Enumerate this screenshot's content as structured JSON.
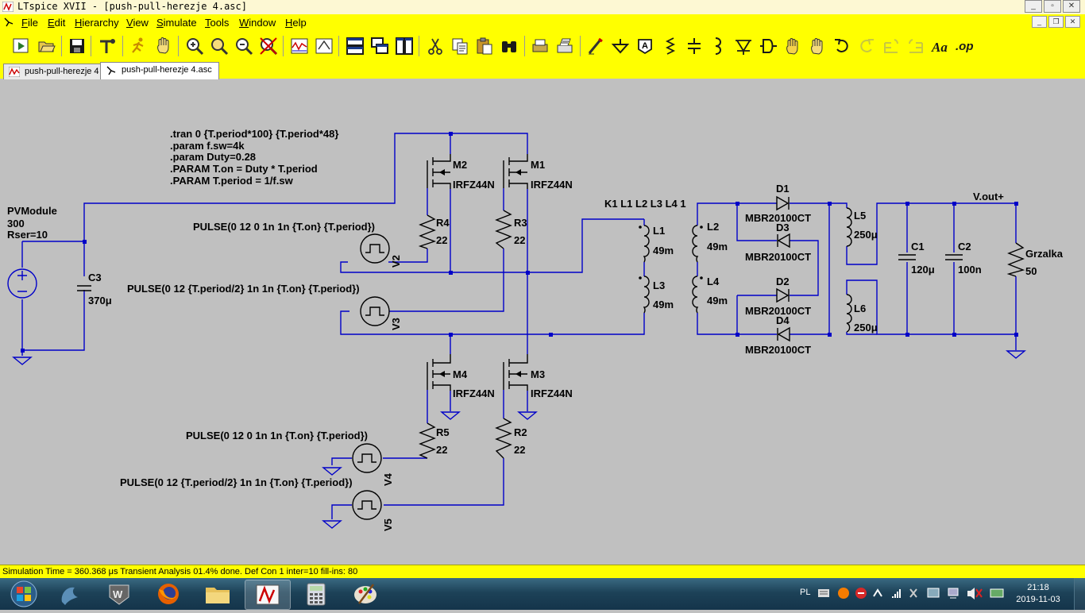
{
  "window": {
    "title": "LTspice XVII - [push-pull-herezje 4.asc]",
    "controls": [
      "minimize",
      "maximize",
      "close"
    ]
  },
  "menu": {
    "items": [
      {
        "label": "File",
        "hot": "F",
        "rest": "ile"
      },
      {
        "label": "Edit",
        "hot": "E",
        "rest": "dit"
      },
      {
        "label": "Hierarchy",
        "hot": "H",
        "rest": "ierarchy"
      },
      {
        "label": "View",
        "hot": "V",
        "rest": "iew"
      },
      {
        "label": "Simulate",
        "hot": "S",
        "rest": "imulate"
      },
      {
        "label": "Tools",
        "hot": "T",
        "rest": "ools"
      },
      {
        "label": "Window",
        "hot": "W",
        "rest": "indow"
      },
      {
        "label": "Help",
        "hot": "H",
        "rest": "elp"
      }
    ]
  },
  "toolbar": {
    "tools": [
      "run-icon",
      "open-icon",
      "save-icon",
      "control-panel-icon",
      "halt-icon",
      "pan-icon",
      "zoom-in-icon",
      "zoom-fit-icon",
      "zoom-out-icon",
      "zoom-cancel-icon",
      "waveform-icon",
      "autorange-icon",
      "tile-horizontal-icon",
      "cascade-icon",
      "tile-vertical-icon",
      "cut-icon",
      "copy-icon",
      "paste-icon",
      "find-icon",
      "print-icon",
      "print-setup-icon",
      "wire-icon",
      "ground-icon",
      "label-icon",
      "resistor-icon",
      "capacitor-icon",
      "inductor-icon",
      "diode-icon",
      "component-icon",
      "move-icon",
      "drag-icon",
      "undo-icon",
      "redo-icon",
      "rotate-icon",
      "mirror-icon",
      "text-icon",
      "spice-directive-icon"
    ],
    "text_tool": "Aa",
    "directive_tool": ".op"
  },
  "tabs": [
    {
      "label": "push-pull-herezje 4",
      "icon": "waveform-icon",
      "active": false
    },
    {
      "label": "push-pull-herezje 4.asc",
      "icon": "schematic-icon",
      "active": true
    }
  ],
  "schematic": {
    "directives": [
      ".tran 0 {T.period*100} {T.period*48}",
      ".param f.sw=4k",
      ".param Duty=0.28",
      ".PARAM T.on = Duty * T.period",
      ".PARAM T.period = 1/f.sw"
    ],
    "pv": {
      "name": "PVModule",
      "value": "300",
      "param": "Rser=10"
    },
    "c3": {
      "name": "C3",
      "value": "370μ"
    },
    "m1": {
      "name": "M1",
      "model": "IRFZ44N"
    },
    "m2": {
      "name": "M2",
      "model": "IRFZ44N"
    },
    "m3": {
      "name": "M3",
      "model": "IRFZ44N"
    },
    "m4": {
      "name": "M4",
      "model": "IRFZ44N"
    },
    "r2": {
      "name": "R2",
      "value": "22"
    },
    "r3": {
      "name": "R3",
      "value": "22"
    },
    "r4": {
      "name": "R4",
      "value": "22"
    },
    "r5": {
      "name": "R5",
      "value": "22"
    },
    "v2": {
      "name": "V2",
      "value": "PULSE(0 12 0 1n 1n {T.on} {T.period})"
    },
    "v3": {
      "name": "V3",
      "value": "PULSE(0 12 {T.period/2} 1n 1n {T.on} {T.period})"
    },
    "v4": {
      "name": "V4",
      "value": "PULSE(0 12 0 1n 1n {T.on} {T.period})"
    },
    "v5": {
      "name": "V5",
      "value": "PULSE(0 12 {T.period/2} 1n 1n {T.on} {T.period})"
    },
    "coupling": "K1 L1 L2 L3 L4 1",
    "l1": {
      "name": "L1",
      "value": "49m"
    },
    "l2": {
      "name": "L2",
      "value": "49m"
    },
    "l3": {
      "name": "L3",
      "value": "49m"
    },
    "l4": {
      "name": "L4",
      "value": "49m"
    },
    "l5": {
      "name": "L5",
      "value": "250μ"
    },
    "l6": {
      "name": "L6",
      "value": "250μ"
    },
    "d1": {
      "name": "D1",
      "model": "MBR20100CT"
    },
    "d2": {
      "name": "D2",
      "model": "MBR20100CT"
    },
    "d3": {
      "name": "D3",
      "model": "MBR20100CT"
    },
    "d4": {
      "name": "D4",
      "model": "MBR20100CT"
    },
    "c1": {
      "name": "C1",
      "value": "120μ"
    },
    "c2": {
      "name": "C2",
      "value": "100n"
    },
    "load": {
      "name": "Grzalka",
      "value": "50"
    },
    "vout": "V.out+"
  },
  "status": {
    "text": "Simulation Time = 360.368 μs  Transient Analysis 01.4% done. Def Con 1  inter=10 fill-ins: 80"
  },
  "taskbar": {
    "language": "PL",
    "time": "21:18",
    "date": "2019-11-03",
    "apps": [
      "dolphin-icon",
      "world-of-tanks-icon",
      "firefox-icon",
      "explorer-folder-icon",
      "ltspice-icon",
      "calculator-icon",
      "paint-icon"
    ]
  },
  "colors": {
    "wire": "#0000c8",
    "chrome": "#ffff00",
    "canvas": "#c0c0c0"
  }
}
